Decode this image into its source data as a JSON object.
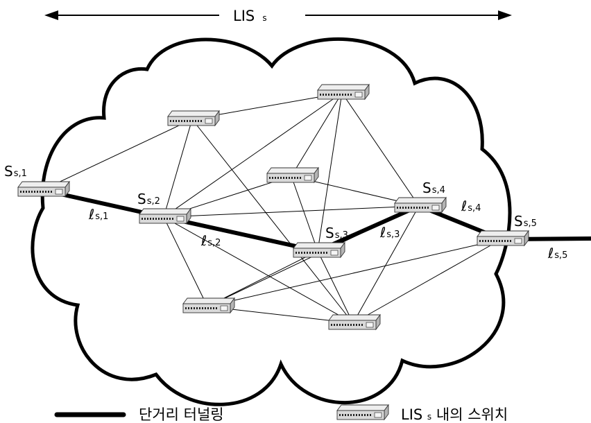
{
  "title": {
    "main": "LIS",
    "sub": "s"
  },
  "switches": [
    {
      "id": "s1",
      "label": {
        "main": "S",
        "sub": "s,1"
      }
    },
    {
      "id": "s2",
      "label": {
        "main": "S",
        "sub": "s,2"
      }
    },
    {
      "id": "s3",
      "label": {
        "main": "S",
        "sub": "s,3"
      }
    },
    {
      "id": "s4",
      "label": {
        "main": "S",
        "sub": "s,4"
      }
    },
    {
      "id": "s5",
      "label": {
        "main": "S",
        "sub": "s,5"
      }
    },
    {
      "id": "a",
      "label": null
    },
    {
      "id": "b",
      "label": null
    },
    {
      "id": "c",
      "label": null
    },
    {
      "id": "d",
      "label": null
    },
    {
      "id": "e",
      "label": null
    }
  ],
  "tunnel_links": [
    {
      "from": "s1",
      "to": "s2",
      "label": {
        "main": "ℓ",
        "sub": "s,1"
      }
    },
    {
      "from": "s2",
      "to": "s3",
      "label": {
        "main": "ℓ",
        "sub": "s,2"
      }
    },
    {
      "from": "s3",
      "to": "s4",
      "label": {
        "main": "ℓ",
        "sub": "s,3"
      }
    },
    {
      "from": "s4",
      "to": "s5",
      "label": {
        "main": "ℓ",
        "sub": "s,4"
      }
    },
    {
      "from": "s5",
      "to": "exit",
      "label": {
        "main": "ℓ",
        "sub": "s,5"
      }
    }
  ],
  "thin_links": [
    [
      "s1",
      "a"
    ],
    [
      "a",
      "s2"
    ],
    [
      "a",
      "b"
    ],
    [
      "a",
      "e"
    ],
    [
      "c",
      "s2"
    ],
    [
      "c",
      "b"
    ],
    [
      "c",
      "s3"
    ],
    [
      "c",
      "s4"
    ],
    [
      "b",
      "s2"
    ],
    [
      "b",
      "s3"
    ],
    [
      "b",
      "s4"
    ],
    [
      "s2",
      "s4"
    ],
    [
      "s2",
      "s3"
    ],
    [
      "s2",
      "d"
    ],
    [
      "s2",
      "e"
    ],
    [
      "s3",
      "d"
    ],
    [
      "s3",
      "e"
    ],
    [
      "s4",
      "d"
    ],
    [
      "s4",
      "e"
    ],
    [
      "s5",
      "d"
    ],
    [
      "s5",
      "e"
    ],
    [
      "d",
      "e"
    ]
  ],
  "legend": {
    "tunnel": "단거리 터널링",
    "switch": {
      "main": "LIS",
      "sub": "s",
      "rest": " 내의 스위치"
    }
  }
}
